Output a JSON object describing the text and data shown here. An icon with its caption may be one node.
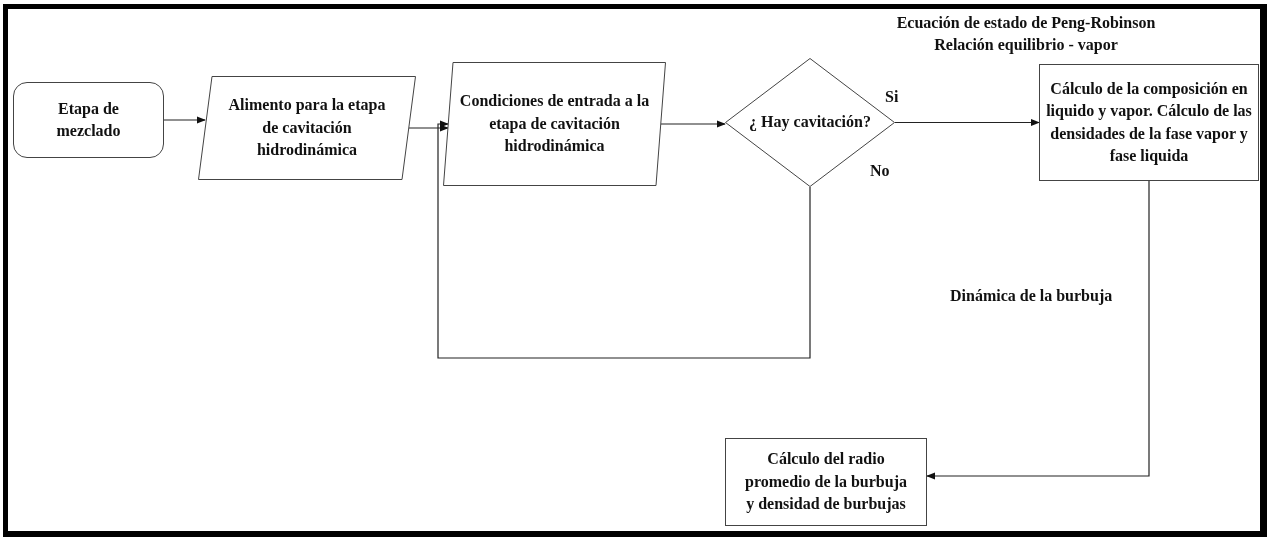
{
  "diagram": {
    "nodes": [
      {
        "text": [
          "Etapa de mezclado"
        ]
      },
      {
        "text": [
          "Alimento para la etapa de cavitación hidrodinámica"
        ]
      },
      {
        "text": [
          "Condiciones de entrada a la etapa de cavitación hidrodinámica"
        ]
      },
      {
        "text": [
          "¿ Hay cavitación?"
        ]
      },
      {
        "text": [
          "Cálculo de la composición en liquido y vapor. Cálculo de las densidades de la fase vapor y fase liquida"
        ],
        "beside": [
          "Ecuación de estado de Peng-Robinson",
          "Relación equilibrio - vapor"
        ]
      },
      {
        "text": [
          "Cálculo del radio promedio de la burbuja y densidad de burbujas"
        ]
      }
    ],
    "edges": [
      {
        "from": 0,
        "to": 1,
        "arrow": "to"
      },
      {
        "from": 1,
        "to": 2,
        "arrow": "to"
      },
      {
        "from": 2,
        "to": 3,
        "arrow": "to"
      },
      {
        "from": 3,
        "to": 4,
        "arrow": "to",
        "label": "Si"
      },
      {
        "from": 3,
        "to": 2,
        "arrow": "to",
        "label": "No"
      },
      {
        "from": 4,
        "to": 5,
        "arrow": "to",
        "label": "Dinámica de la burbuja"
      }
    ]
  }
}
